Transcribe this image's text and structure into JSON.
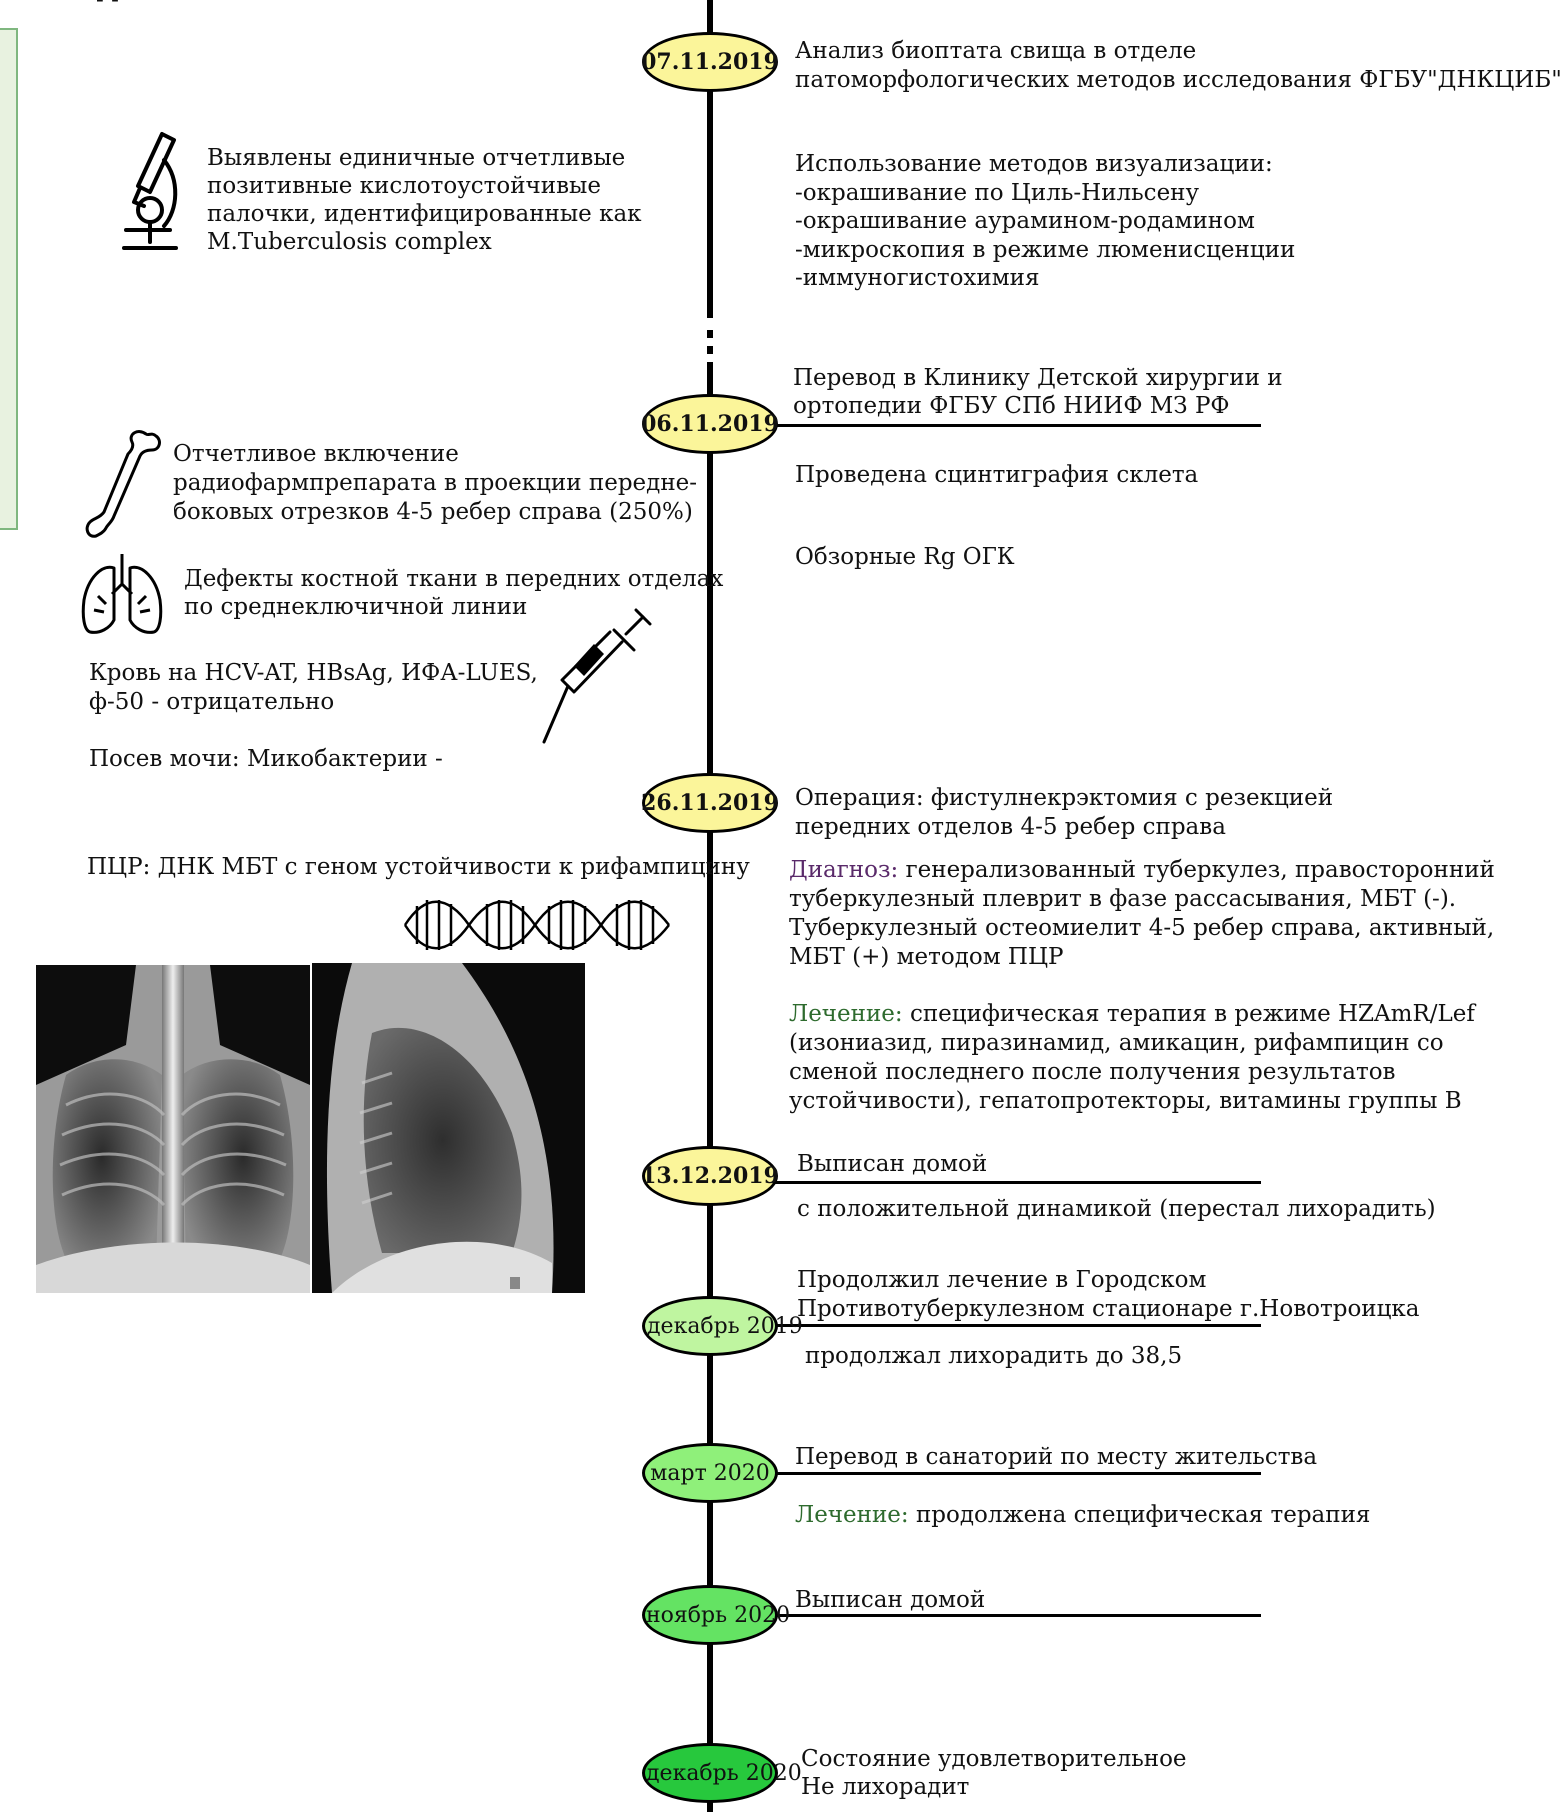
{
  "header_fragment": "- -",
  "events": [
    {
      "date": "07.11.2019",
      "color": "#fbf59a",
      "right_title": [
        "Анализ биоптата свища в отделе",
        "патоморфологических методов исследования ФГБУ\"ДНКЦИБ\""
      ],
      "right_extra": [
        "Использование методов визуализации:",
        "-окрашивание по Циль-Нильсену",
        "-окрашивание аурамином-родамином",
        "-микроскопия в режиме люменисценции",
        "-иммуногистохимия"
      ],
      "left_notes": [
        "Выявлены единичные отчетливые",
        "позитивные кислотоустойчивые",
        "палочки, идентифицированные как",
        "M.Tuberculosis complex"
      ]
    },
    {
      "date": "06.11.2019",
      "color": "#fbf59a",
      "right_title": [
        "Перевод в Клинику Детской хирургии и",
        "ортопедии ФГБУ СПб НИИФ МЗ РФ"
      ],
      "right_extra": [
        "Проведена сцинтиграфия склета"
      ],
      "right_extra2": [
        "Обзорные Rg ОГК"
      ],
      "left_notes_bone": [
        "Отчетливое включение",
        "радиофармпрепарата в проекции передне-",
        "боковых отрезков 4-5 ребер справа (250%)"
      ],
      "left_notes_lung": [
        "Дефекты костной ткани в передних отделах",
        "по среднеключичной линии"
      ],
      "left_notes_blood": [
        "Кровь на HCV-AT, HBsAg, ИФА-LUES,",
        "ф-50 - отрицательно"
      ],
      "left_notes_urine": [
        "Посев мочи: Микобактерии -"
      ]
    },
    {
      "date": "26.11.2019",
      "color": "#fbf59a",
      "right_title": [
        "Операция: фистулнекрэктомия с резекцией",
        "передних отделов 4-5 ребер справа"
      ],
      "diagnosis_label": "Диагноз:",
      "diagnosis_lines": [
        " генерализованный туберкулез, правосторонний",
        "туберкулезный плеврит в фазе рассасывания, МБТ (-).",
        "Туберкулезный остеомиелит 4-5 ребер справа, активный,",
        "МБТ (+) методом ПЦР"
      ],
      "treatment_label": "Лечение:",
      "treatment_lines": [
        " специфическая терапия в режиме HZAmR/Lef",
        "(изониазид, пиразинамид, амикацин, рифампицин со",
        "сменой последнего после получения результатов",
        "устойчивости), гепатопротекторы, витамины группы В"
      ],
      "left_notes_pcr": [
        "ПЦР: ДНК МБТ с геном устойчивости к рифампицину"
      ]
    },
    {
      "date": "13.12.2019",
      "color": "#fbf59a",
      "right_title": [
        "Выписан домой"
      ],
      "right_extra": [
        "с положительной динамикой (перестал лихорадить)"
      ]
    },
    {
      "date": "декабрь 2019",
      "color": "#bff5a0",
      "right_title": [
        "Продолжил лечение в Городском",
        "Противотуберкулезном стационаре г.Новотроицка"
      ],
      "right_extra": [
        "продолжал лихорадить до 38,5"
      ]
    },
    {
      "date": "март 2020",
      "color": "#8ff07a",
      "right_title": [
        "Перевод в санаторий по месту жительства"
      ],
      "treatment_label": "Лечение:",
      "treatment_lines": [
        " продолжена специфическая терапия"
      ]
    },
    {
      "date": "ноябрь 2020",
      "color": "#64e363",
      "right_title": [
        "Выписан домой"
      ]
    },
    {
      "date": "декабрь 2020",
      "color": "#27c83d",
      "right_title": [
        "Состояние удовлетворительное",
        "Не лихорадит"
      ]
    }
  ],
  "icons": [
    "microscope-icon",
    "bone-icon",
    "lungs-icon",
    "syringe-icon",
    "dna-icon",
    "xray-frontal-image",
    "xray-lateral-image"
  ]
}
